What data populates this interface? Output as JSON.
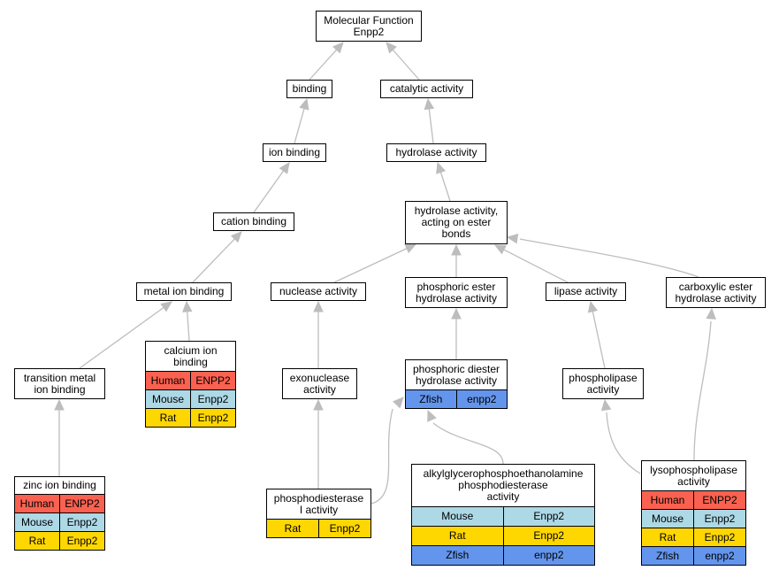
{
  "colors": {
    "human": "#fa6150",
    "mouse": "#add8e6",
    "rat": "#ffd700",
    "zfish": "#6495ed",
    "edge": "#bdbdbd"
  },
  "nodes": [
    {
      "id": "root",
      "label": "Molecular Function\nEnpp2",
      "species": []
    },
    {
      "id": "binding",
      "label": "binding",
      "species": []
    },
    {
      "id": "catalytic",
      "label": "catalytic activity",
      "species": []
    },
    {
      "id": "ion_binding",
      "label": "ion binding",
      "species": []
    },
    {
      "id": "hydrolase",
      "label": "hydrolase activity",
      "species": []
    },
    {
      "id": "cation_binding",
      "label": "cation binding",
      "species": []
    },
    {
      "id": "hydrolase_ester",
      "label": "hydrolase activity,\nacting on ester\nbonds",
      "species": []
    },
    {
      "id": "metal_ion",
      "label": "metal ion binding",
      "species": []
    },
    {
      "id": "nuclease",
      "label": "nuclease activity",
      "species": []
    },
    {
      "id": "phosphoric_ester",
      "label": "phosphoric ester\nhydrolase activity",
      "species": []
    },
    {
      "id": "lipase",
      "label": "lipase activity",
      "species": []
    },
    {
      "id": "carboxylic",
      "label": "carboxylic ester\nhydrolase activity",
      "species": []
    },
    {
      "id": "calcium",
      "label": "calcium ion\nbinding",
      "species": [
        {
          "org": "Human",
          "gene": "ENPP2",
          "cls": "human"
        },
        {
          "org": "Mouse",
          "gene": "Enpp2",
          "cls": "mouse"
        },
        {
          "org": "Rat",
          "gene": "Enpp2",
          "cls": "rat"
        }
      ]
    },
    {
      "id": "transition",
      "label": "transition metal\nion binding",
      "species": []
    },
    {
      "id": "exonuclease",
      "label": "exonuclease\nactivity",
      "species": []
    },
    {
      "id": "phosphoric_diester",
      "label": "phosphoric diester\nhydrolase activity",
      "species": [
        {
          "org": "Zfish",
          "gene": "enpp2",
          "cls": "zfish"
        }
      ]
    },
    {
      "id": "phospholipase",
      "label": "phospholipase\nactivity",
      "species": []
    },
    {
      "id": "zinc",
      "label": "zinc ion binding",
      "species": [
        {
          "org": "Human",
          "gene": "ENPP2",
          "cls": "human"
        },
        {
          "org": "Mouse",
          "gene": "Enpp2",
          "cls": "mouse"
        },
        {
          "org": "Rat",
          "gene": "Enpp2",
          "cls": "rat"
        }
      ]
    },
    {
      "id": "pde1",
      "label": "phosphodiesterase\nI activity",
      "species": [
        {
          "org": "Rat",
          "gene": "Enpp2",
          "cls": "rat"
        }
      ]
    },
    {
      "id": "alkyl",
      "label": "alkylglycerophosphoethanolamine\nphosphodiesterase\nactivity",
      "species": [
        {
          "org": "Mouse",
          "gene": "Enpp2",
          "cls": "mouse"
        },
        {
          "org": "Rat",
          "gene": "Enpp2",
          "cls": "rat"
        },
        {
          "org": "Zfish",
          "gene": "enpp2",
          "cls": "zfish"
        }
      ]
    },
    {
      "id": "lysophospholipase",
      "label": "lysophospholipase\nactivity",
      "species": [
        {
          "org": "Human",
          "gene": "ENPP2",
          "cls": "human"
        },
        {
          "org": "Mouse",
          "gene": "Enpp2",
          "cls": "mouse"
        },
        {
          "org": "Rat",
          "gene": "Enpp2",
          "cls": "rat"
        },
        {
          "org": "Zfish",
          "gene": "enpp2",
          "cls": "zfish"
        }
      ]
    }
  ],
  "edges": [
    {
      "from": "binding",
      "to": "root"
    },
    {
      "from": "catalytic",
      "to": "root"
    },
    {
      "from": "ion_binding",
      "to": "binding"
    },
    {
      "from": "hydrolase",
      "to": "catalytic"
    },
    {
      "from": "cation_binding",
      "to": "ion_binding"
    },
    {
      "from": "hydrolase_ester",
      "to": "hydrolase"
    },
    {
      "from": "metal_ion",
      "to": "cation_binding"
    },
    {
      "from": "nuclease",
      "to": "hydrolase_ester"
    },
    {
      "from": "phosphoric_ester",
      "to": "hydrolase_ester"
    },
    {
      "from": "lipase",
      "to": "hydrolase_ester"
    },
    {
      "from": "carboxylic",
      "to": "hydrolase_ester"
    },
    {
      "from": "transition",
      "to": "metal_ion"
    },
    {
      "from": "calcium",
      "to": "metal_ion"
    },
    {
      "from": "exonuclease",
      "to": "nuclease"
    },
    {
      "from": "phosphoric_diester",
      "to": "phosphoric_ester"
    },
    {
      "from": "phospholipase",
      "to": "lipase"
    },
    {
      "from": "zinc",
      "to": "transition"
    },
    {
      "from": "pde1",
      "to": "exonuclease"
    },
    {
      "from": "pde1",
      "to": "phosphoric_diester"
    },
    {
      "from": "alkyl",
      "to": "phosphoric_diester"
    },
    {
      "from": "lysophospholipase",
      "to": "phospholipase"
    },
    {
      "from": "lysophospholipase",
      "to": "carboxylic"
    }
  ]
}
